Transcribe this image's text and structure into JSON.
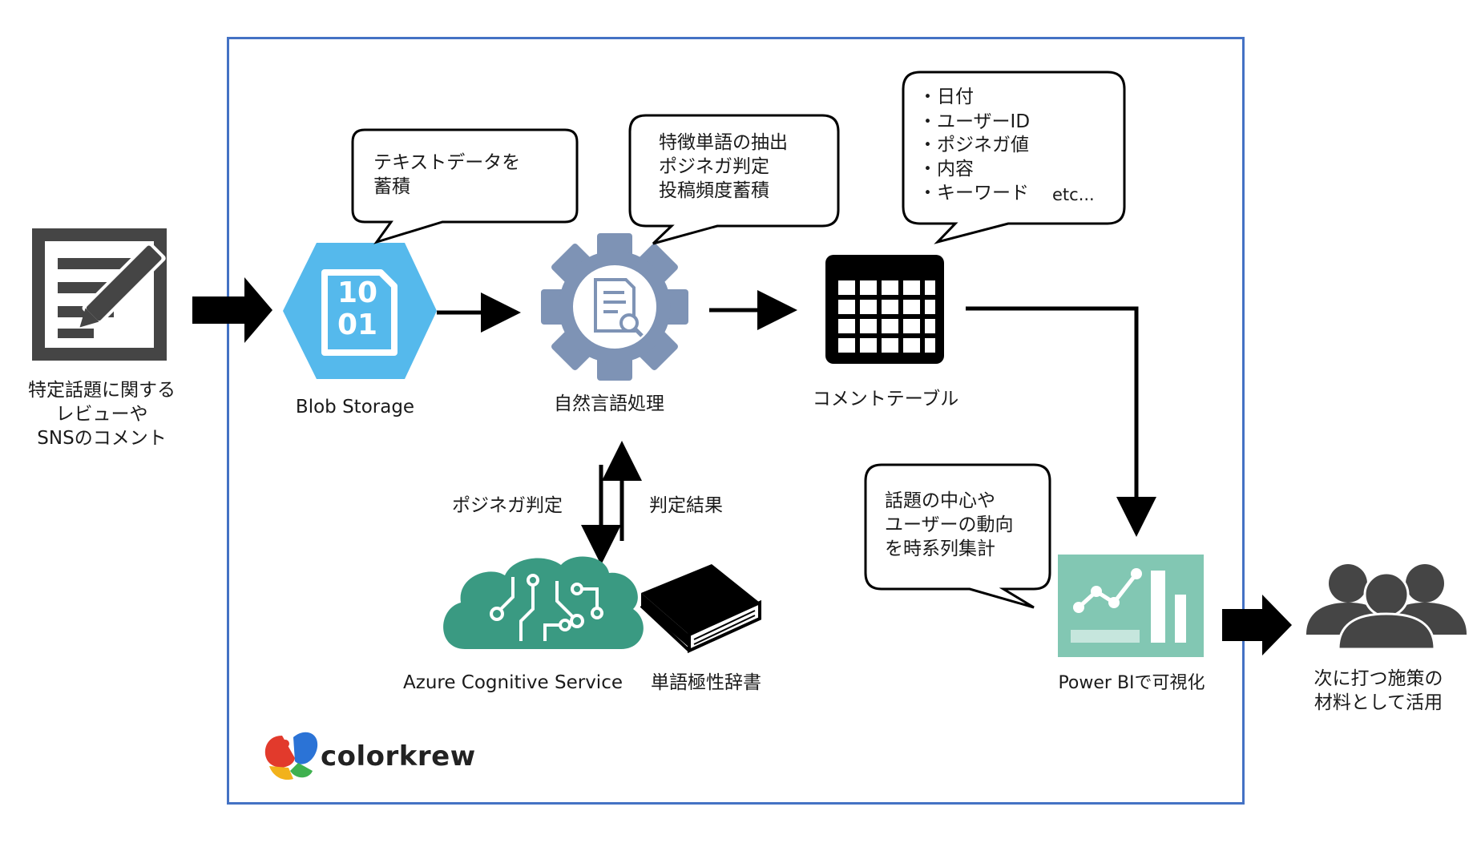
{
  "source": {
    "label_lines": [
      "特定話題に関する",
      "レビューや",
      "SNSのコメント"
    ]
  },
  "blob": {
    "label": "Blob Storage",
    "icon_top": "10",
    "icon_bottom": "01"
  },
  "nlp": {
    "label": "自然言語処理"
  },
  "table": {
    "label": "コメントテーブル"
  },
  "powerbi": {
    "label": "Power BIで可視化"
  },
  "result": {
    "label_lines": [
      "次に打つ施策の",
      "材料として活用"
    ]
  },
  "azure": {
    "label": "Azure Cognitive Service"
  },
  "dictionary": {
    "label": "単語極性辞書"
  },
  "arrows": {
    "down_label": "ポジネガ判定",
    "up_label": "判定結果"
  },
  "bubbles": {
    "blob": [
      "テキストデータを",
      "蓄積"
    ],
    "nlp": [
      "特徴単語の抽出",
      "ポジネガ判定",
      "投稿頻度蓄積"
    ],
    "table": [
      "・日付",
      "・ユーザーID",
      "・ポジネガ値",
      "・内容",
      "・キーワード"
    ],
    "table_etc": "etc...",
    "powerbi": [
      "話題の中心や",
      "ユーザーの動向",
      "を時系列集計"
    ]
  },
  "logo": {
    "text": "colorkrew"
  },
  "colors": {
    "frame": "#4472c4",
    "blob_hex": "#55b9ec",
    "gear": "#7e93b5",
    "azure": "#3a9a82",
    "powerbi": "#82c7b3",
    "dark": "#404040"
  }
}
